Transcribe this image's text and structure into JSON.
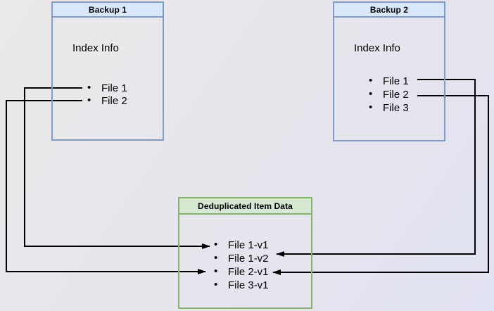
{
  "diagram": {
    "backup1": {
      "title": "Backup 1",
      "body_label": "Index Info",
      "items": [
        "File 1",
        "File 2"
      ]
    },
    "backup2": {
      "title": "Backup 2",
      "body_label": "Index Info",
      "items": [
        "File 1",
        "File 2",
        "File 3"
      ]
    },
    "dedup": {
      "title": "Deduplicated Item Data",
      "items": [
        "File 1-v1",
        "File 1-v2",
        "File 2-v1",
        "File 3-v1"
      ]
    },
    "arrows": [
      {
        "from": "Backup 1 / File 1",
        "to": "File 1-v1"
      },
      {
        "from": "Backup 1 / File 2",
        "to": "File 2-v1"
      },
      {
        "from": "Backup 2 / File 1",
        "to": "File 1-v2"
      },
      {
        "from": "Backup 2 / File 2",
        "to": "File 2-v1"
      }
    ],
    "colors": {
      "blue_border": "#7f9bc7",
      "blue_title_fill": "#d9e7fb",
      "green_border": "#85b46c",
      "green_title_fill": "#d6e8d2",
      "arrow": "#000000"
    }
  }
}
